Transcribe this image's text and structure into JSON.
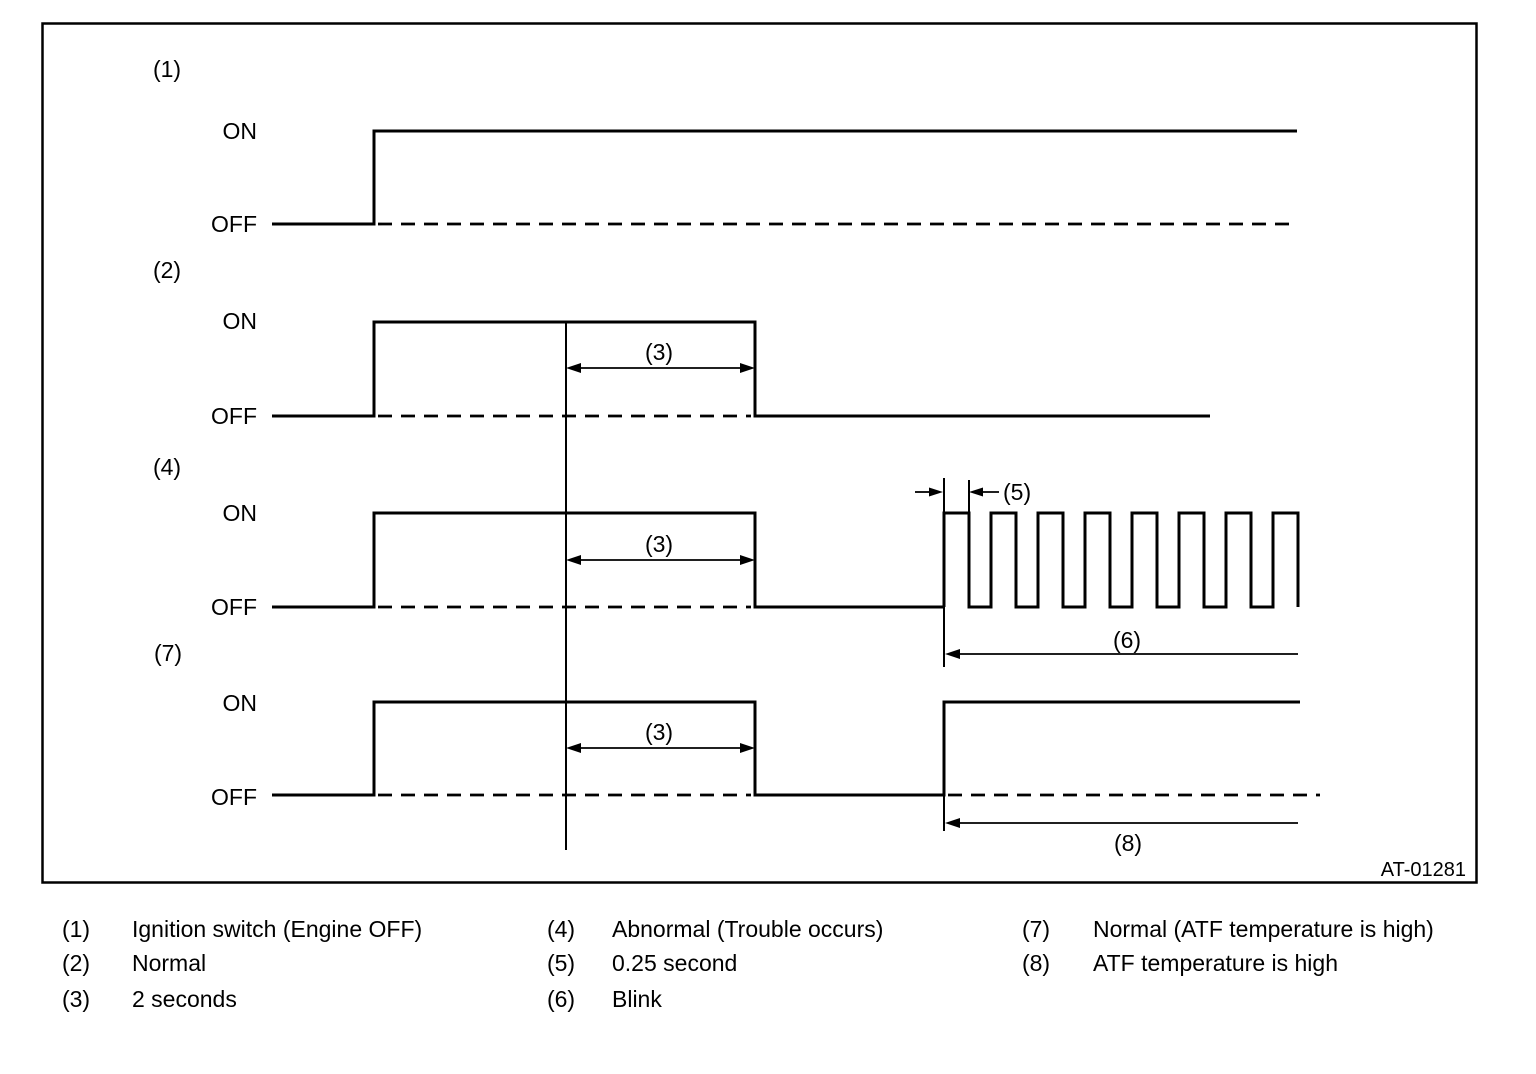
{
  "figure": {
    "code": "AT-01281",
    "series_refs": {
      "ignition": "(1)",
      "normal": "(2)",
      "abnormal": "(4)",
      "normal_atf": "(7)"
    },
    "level_labels": {
      "on": "ON",
      "off": "OFF"
    },
    "dim_refs": {
      "two_seconds": "(3)",
      "quarter_second": "(5)",
      "blink": "(6)",
      "atf_high": "(8)"
    }
  },
  "legend": {
    "items": [
      {
        "ref": "(1)",
        "label": "Ignition switch (Engine OFF)"
      },
      {
        "ref": "(2)",
        "label": "Normal"
      },
      {
        "ref": "(3)",
        "label": "2 seconds"
      },
      {
        "ref": "(4)",
        "label": "Abnormal (Trouble occurs)"
      },
      {
        "ref": "(5)",
        "label": "0.25 second"
      },
      {
        "ref": "(6)",
        "label": "Blink"
      },
      {
        "ref": "(7)",
        "label": "Normal (ATF temperature is high)"
      },
      {
        "ref": "(8)",
        "label": "ATF temperature is high"
      }
    ]
  },
  "colors": {
    "ink": "#000000",
    "background": "#ffffff"
  }
}
